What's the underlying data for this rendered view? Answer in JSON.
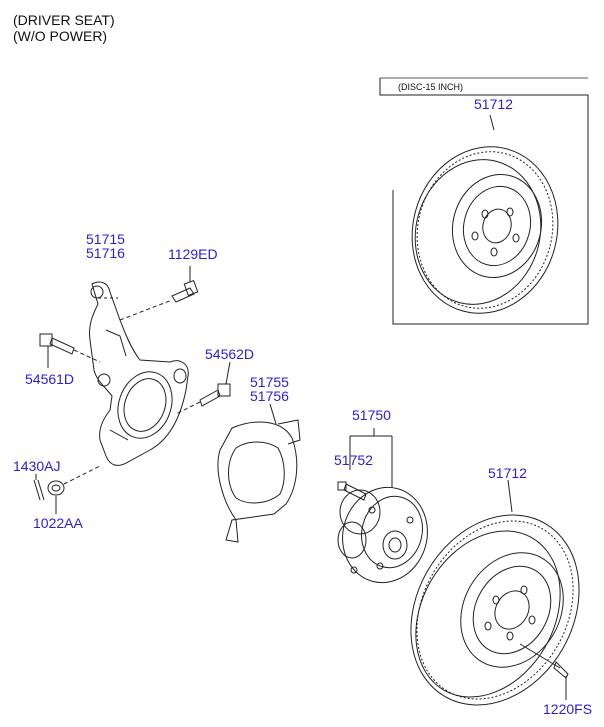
{
  "header": {
    "line1": "(DRIVER SEAT)",
    "line2": "(W/O POWER)"
  },
  "inset": {
    "note": "(DISC-15 INCH)"
  },
  "colors": {
    "part_number": "#2a1fd6",
    "line": "#222222"
  },
  "parts": {
    "p51712_top": "51712",
    "p51715": "51715",
    "p51716": "51716",
    "p1129ED": "1129ED",
    "p54562D": "54562D",
    "p54561D": "54561D",
    "p51755": "51755",
    "p51756": "51756",
    "p51750": "51750",
    "p51752": "51752",
    "p1430AJ": "1430AJ",
    "p1022AA": "1022AA",
    "p51712_bottom": "51712",
    "p1220FS": "1220FS"
  }
}
